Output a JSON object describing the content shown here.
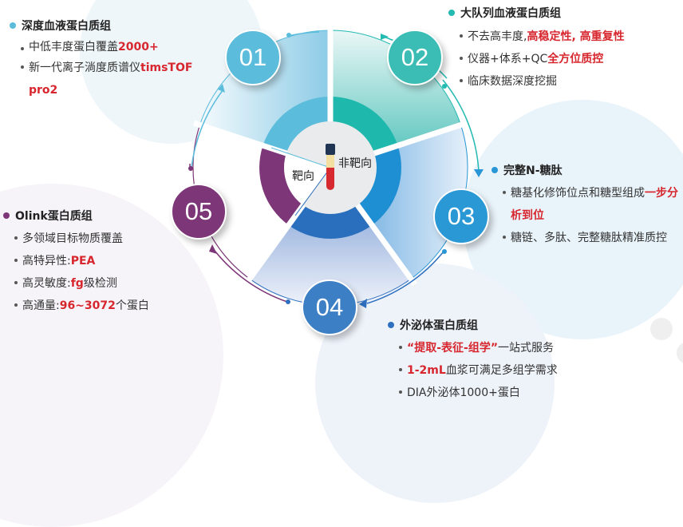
{
  "center": {
    "left_label": "靶向",
    "right_label": "非靶向"
  },
  "colors": {
    "seg1": "#5bbcdc",
    "seg2": "#23bab2",
    "seg3": "#2996d6",
    "seg4": "#2e6fbf",
    "seg5": "#7d3677",
    "accent_red": "#d7262d"
  },
  "segments": [
    {
      "num": "01",
      "title": "深度血液蛋白质组",
      "items": [
        {
          "plain": "中低丰度蛋白覆盖",
          "red": "2000+"
        },
        {
          "plain": "新一代离子淌度质谱仪",
          "red": "timsTOF pro2"
        }
      ]
    },
    {
      "num": "02",
      "title": "大队列血液蛋白质组",
      "items": [
        {
          "plain": "不去高丰度,",
          "red": "高稳定性, 高重复性"
        },
        {
          "plain": "仪器+体系+QC",
          "red": "全方位质控"
        },
        {
          "plain": "临床数据深度挖掘",
          "red": ""
        }
      ]
    },
    {
      "num": "03",
      "title": "完整N-糖肽",
      "items": [
        {
          "plain": "糖基化修饰位点和糖型组成",
          "red": "一步分析到位"
        },
        {
          "plain": "糖链、多肽、完整糖肽精准质控",
          "red": ""
        }
      ]
    },
    {
      "num": "04",
      "title": "外泌体蛋白质组",
      "items": [
        {
          "red": "“提取-表征-组学”",
          "plain": "一站式服务"
        },
        {
          "red": "1-2mL",
          "plain": "血浆可满足多组学需求"
        },
        {
          "plain": "DIA外泌体1000+蛋白",
          "red": ""
        }
      ]
    },
    {
      "num": "05",
      "title": "Olink蛋白质组",
      "items": [
        {
          "plain": "多领域目标物质覆盖",
          "red": ""
        },
        {
          "plain": "高特异性:",
          "red": "PEA"
        },
        {
          "plain": "高灵敏度:",
          "red": "fg",
          "plain2": "级检测"
        },
        {
          "plain": "高通量:",
          "red": "96~3072",
          "plain2": "个蛋白"
        }
      ]
    }
  ]
}
